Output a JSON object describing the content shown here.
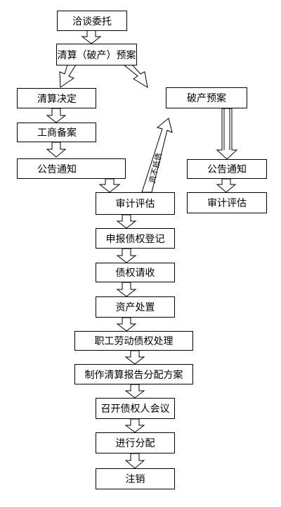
{
  "flow": {
    "negotiation": "洽谈委托",
    "liquidation_plan": "清算（破产）预案",
    "liquidation_decision": "清算决定",
    "business_record": "工商备案",
    "announcement_left": "公告通知",
    "bankruptcy_plan": "破产预案",
    "announcement_right": "公告通知",
    "audit_right": "审计评估",
    "audit_main": "审计评估",
    "claim_registration": "申报债权登记",
    "claim_collection": "债权请收",
    "asset_disposal": "资产处置",
    "labor_claims": "职工劳动债权处理",
    "distribution_plan": "制作清算报告分配方案",
    "creditors_meeting": "召开债权人会议",
    "distribution": "进行分配",
    "deregistration": "注销"
  },
  "arrow_label": "资不抵债"
}
